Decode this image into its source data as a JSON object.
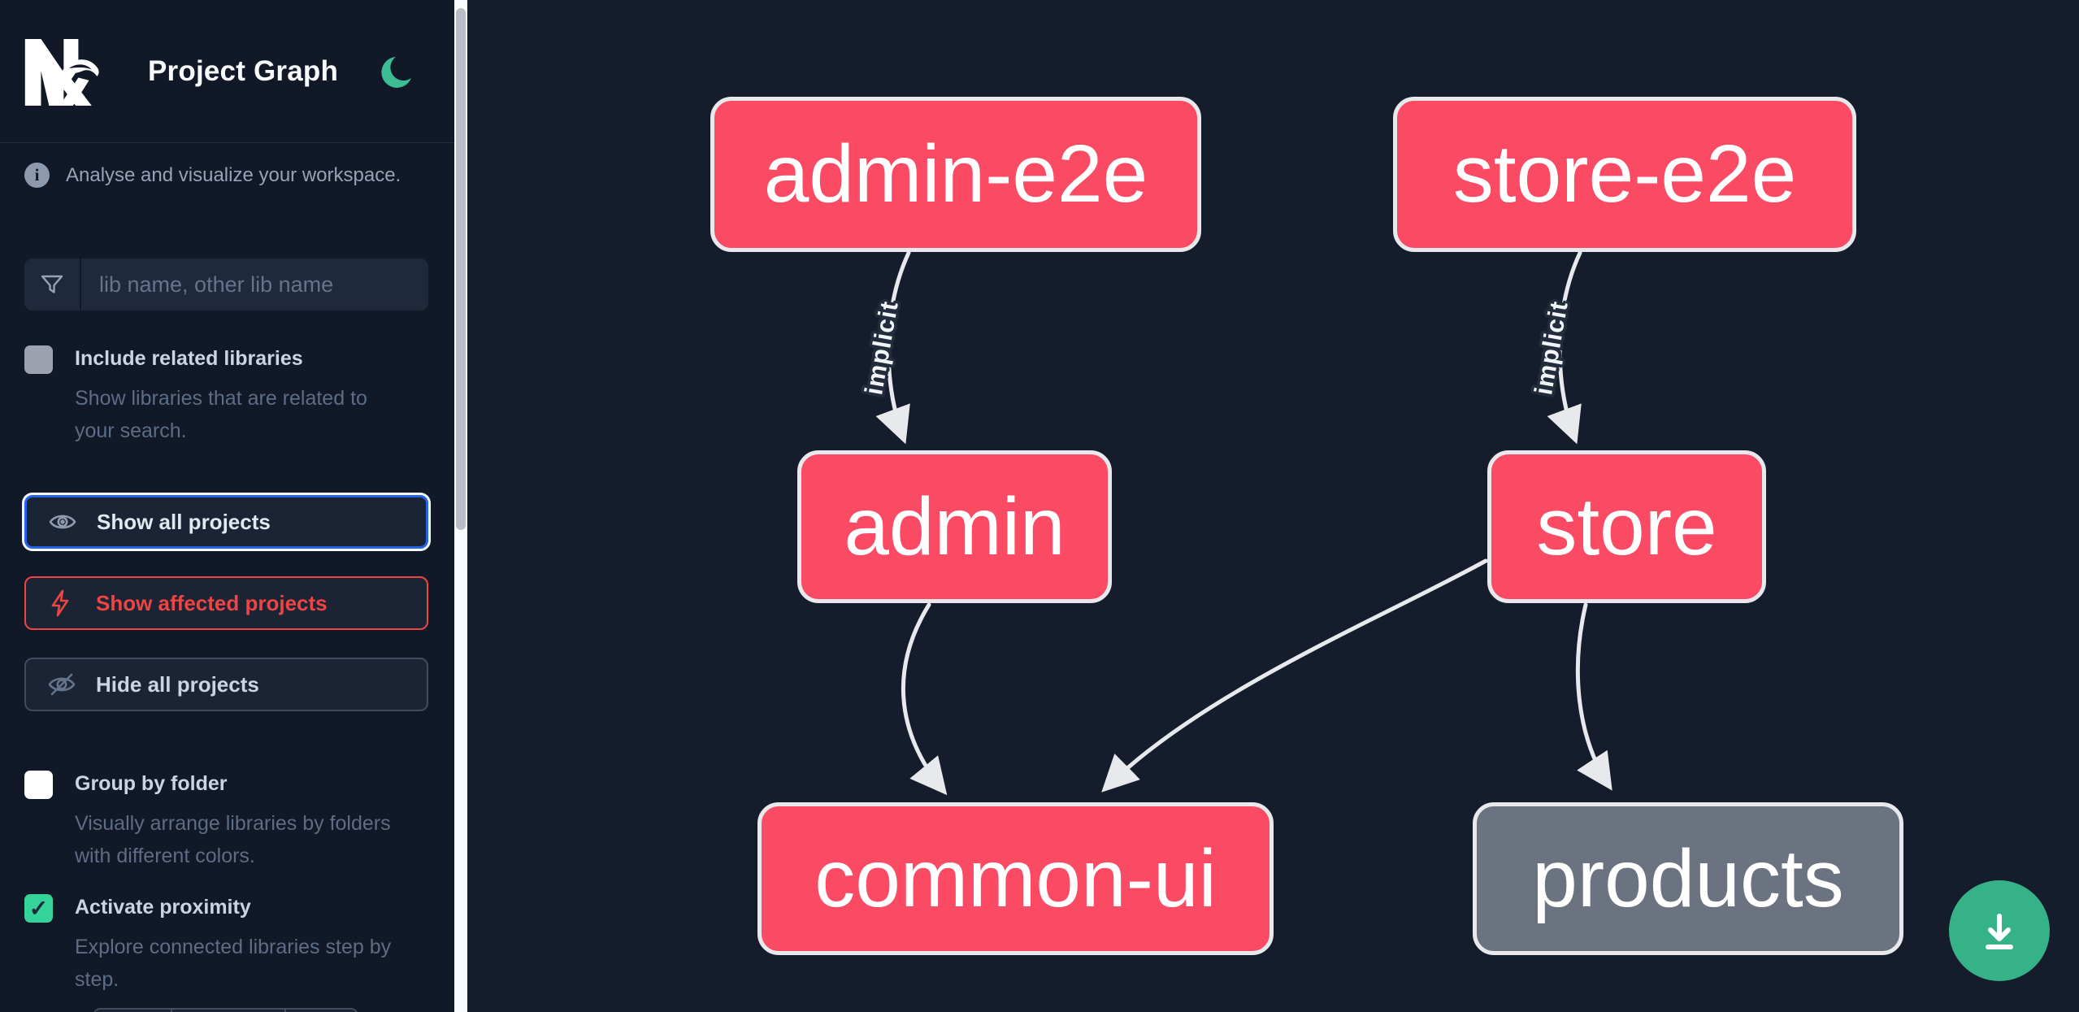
{
  "header": {
    "title": "Project Graph",
    "logo": "nx-logo",
    "theme_icon": "moon-icon",
    "theme_icon_color": "#3cbd93"
  },
  "sidebar": {
    "tagline": "Analyse and visualize your workspace.",
    "search": {
      "placeholder": "lib name, other lib name",
      "value": "",
      "icon": "funnel-icon"
    },
    "include_related": {
      "label": "Include related libraries",
      "description": "Show libraries that are related to your search.",
      "checked": false
    },
    "actions": {
      "show_all": {
        "label": "Show all projects",
        "icon": "eye-icon",
        "active": true,
        "border_color": "#2563eb"
      },
      "affected": {
        "label": "Show affected projects",
        "icon": "bolt-icon",
        "active": false,
        "border_color": "#ef4444",
        "text_color": "#ef4444"
      },
      "hide_all": {
        "label": "Hide all projects",
        "icon": "eye-slash-icon",
        "active": false,
        "border_color": "#3f4b5e"
      }
    },
    "group_by_folder": {
      "label": "Group by folder",
      "description": "Visually arrange libraries by folders with different colors.",
      "checked": false
    },
    "activate_proximity": {
      "label": "Activate proximity",
      "description": "Explore connected libraries step by step.",
      "checked": true,
      "checkmark": "✓"
    }
  },
  "graph": {
    "nodes": [
      {
        "id": "admin-e2e",
        "label": "admin-e2e",
        "color": "#fb4a63"
      },
      {
        "id": "store-e2e",
        "label": "store-e2e",
        "color": "#fb4a63"
      },
      {
        "id": "admin",
        "label": "admin",
        "color": "#fb4a63"
      },
      {
        "id": "store",
        "label": "store",
        "color": "#fb4a63"
      },
      {
        "id": "common-ui",
        "label": "common-ui",
        "color": "#fb4a63"
      },
      {
        "id": "products",
        "label": "products",
        "color": "#6b7280"
      }
    ],
    "edges": [
      {
        "from": "admin-e2e",
        "to": "admin",
        "label": "implicit"
      },
      {
        "from": "store-e2e",
        "to": "store",
        "label": "implicit"
      },
      {
        "from": "admin",
        "to": "common-ui",
        "label": ""
      },
      {
        "from": "store",
        "to": "common-ui",
        "label": ""
      },
      {
        "from": "store",
        "to": "products",
        "label": ""
      }
    ],
    "edge_color": "#e7e9ec",
    "node_border_color": "#e7e9ec"
  },
  "fab": {
    "icon": "download-icon",
    "color": "#35b287"
  }
}
